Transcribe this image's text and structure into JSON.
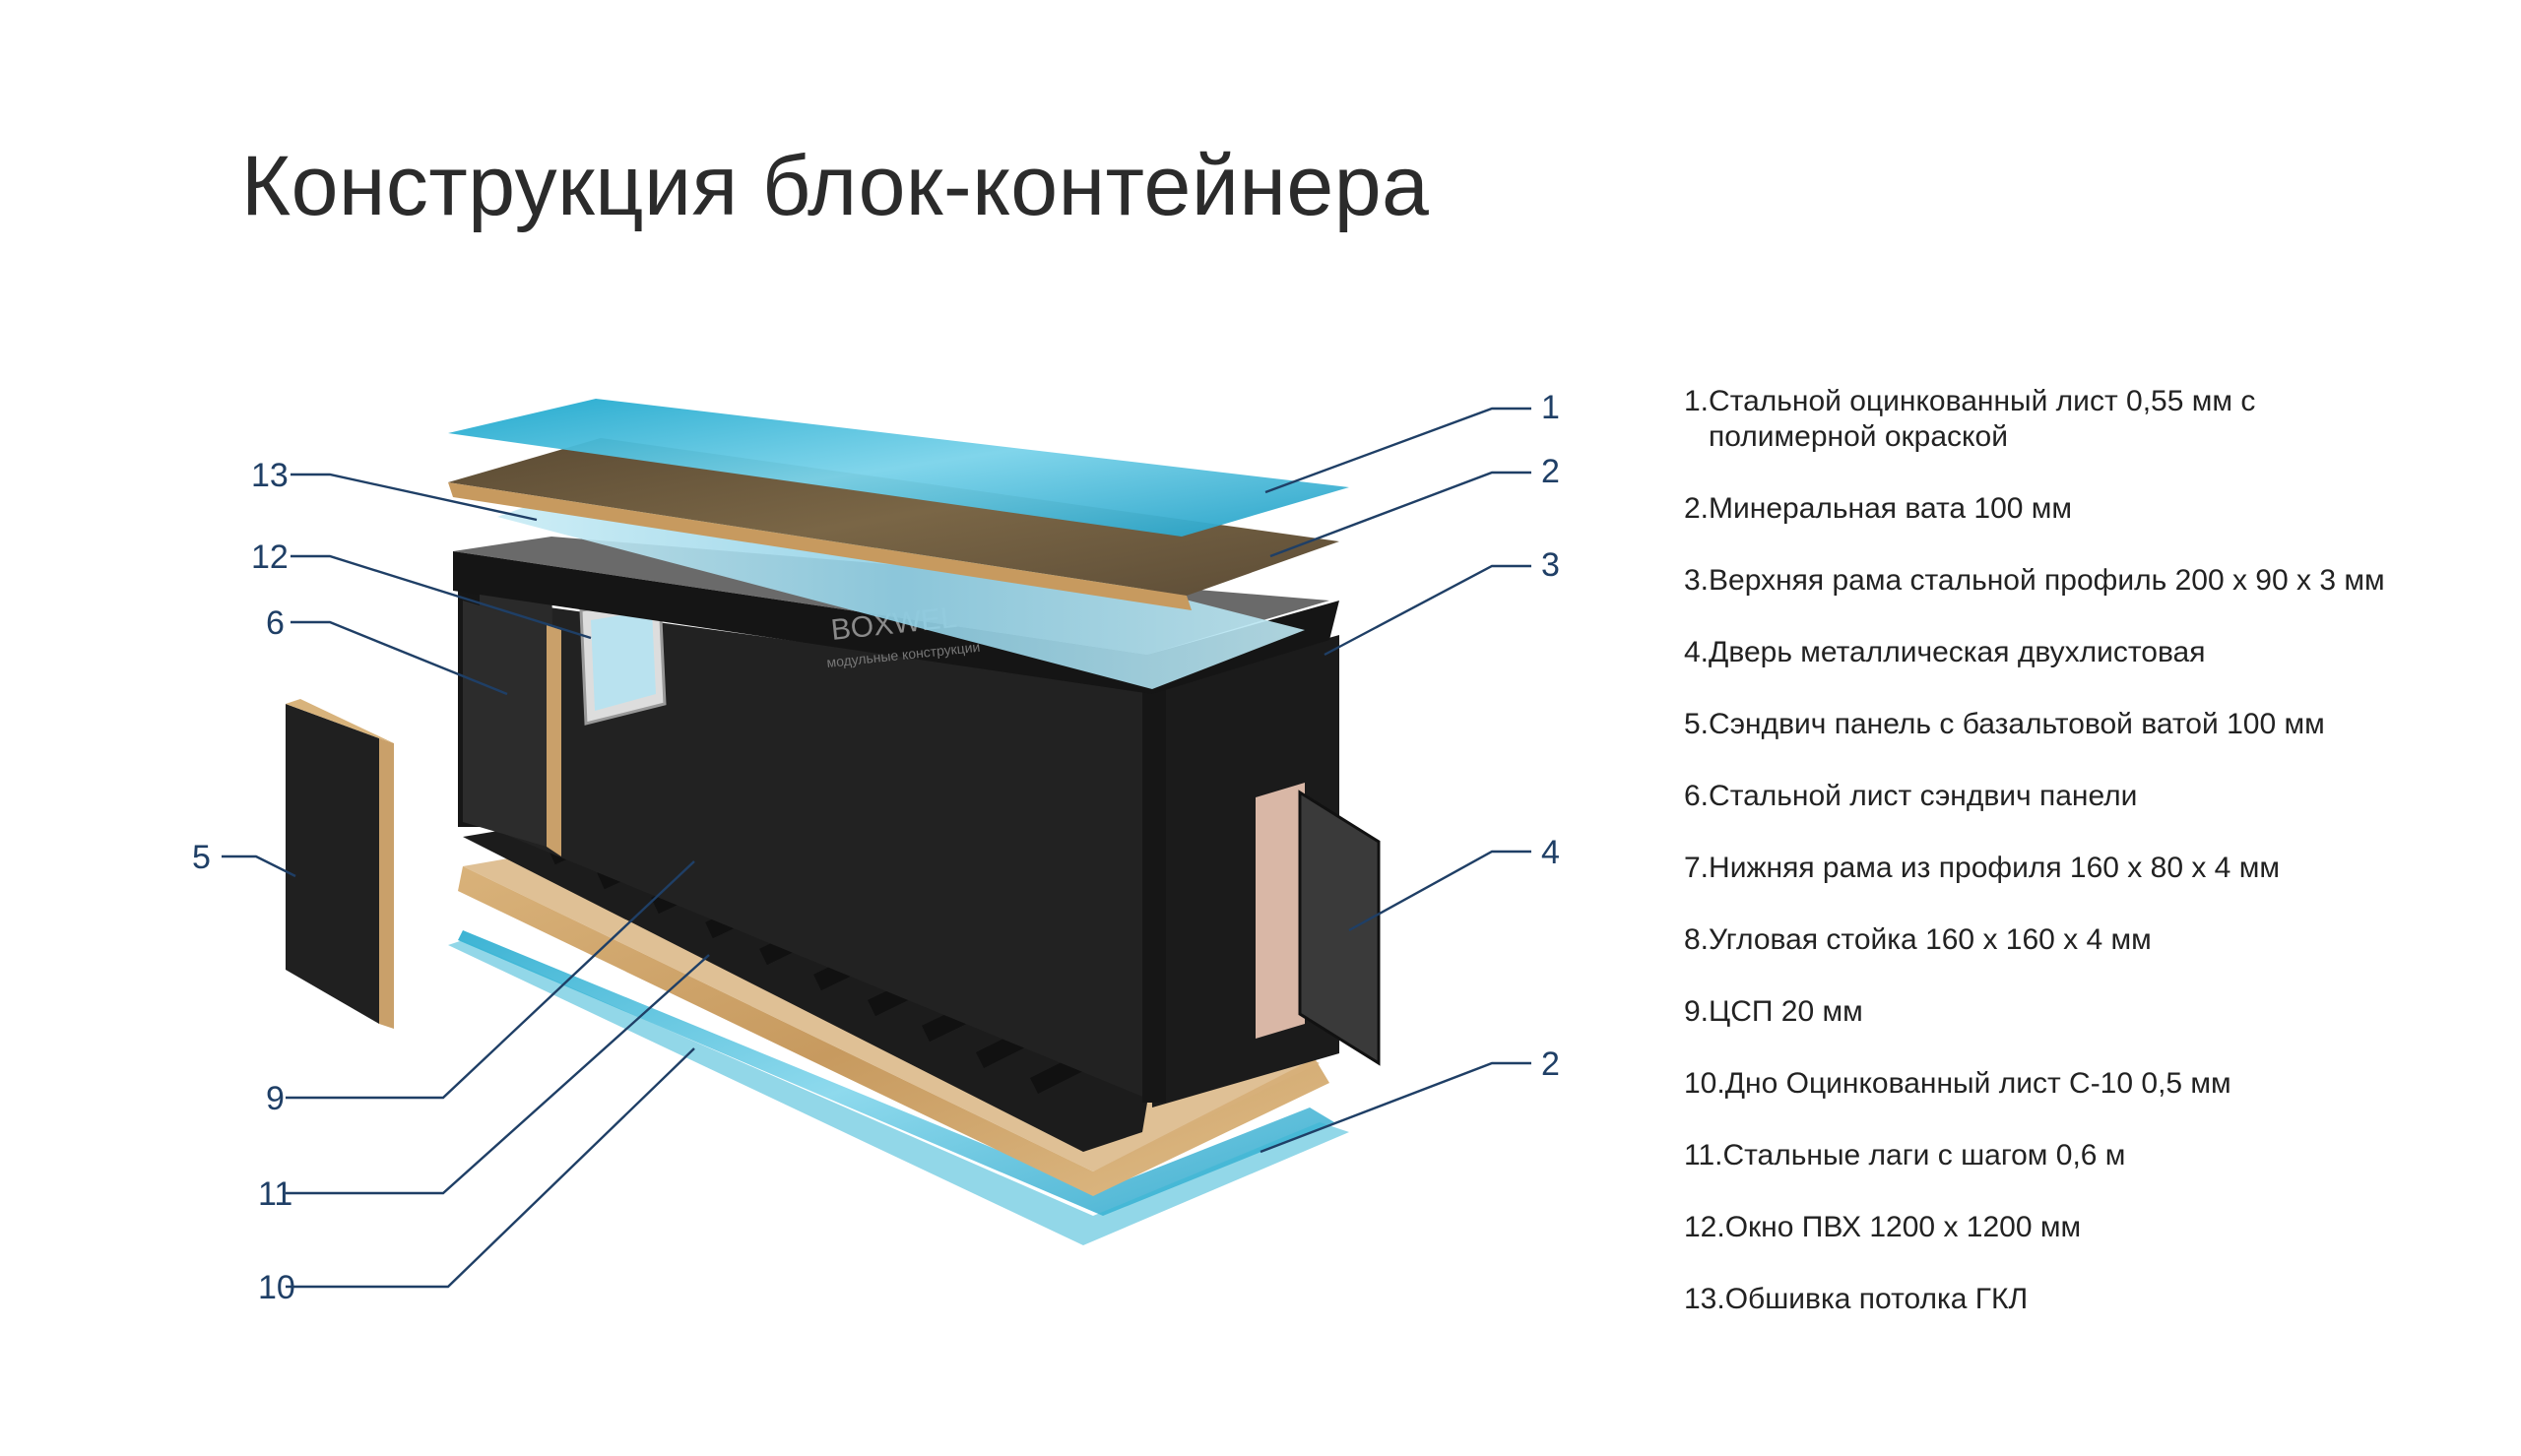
{
  "title": "Конструкция блок-контейнера",
  "brand": {
    "name": "BOXWEL",
    "tagline": "модульные конструкции"
  },
  "callouts": [
    "1",
    "2",
    "3",
    "4",
    "2",
    "5",
    "6",
    "12",
    "13",
    "9",
    "11",
    "10"
  ],
  "legend": [
    {
      "num": "1.",
      "text": "Стальной оцинкованный лист 0,55 мм с",
      "cont": "полимерной окраской"
    },
    {
      "num": "2.",
      "text": "Минеральная вата 100 мм"
    },
    {
      "num": "3.",
      "text": "Верхняя рама стальной профиль 200 х 90 х 3 мм"
    },
    {
      "num": "4.",
      "text": "Дверь металлическая двухлистовая"
    },
    {
      "num": "5.",
      "text": "Сэндвич панель с базальтовой ватой 100 мм"
    },
    {
      "num": "6.",
      "text": "Стальной лист сэндвич панели"
    },
    {
      "num": "7.",
      "text": "Нижняя рама из профиля 160 х 80 х 4 мм"
    },
    {
      "num": "8.",
      "text": "Угловая стойка 160 х 160 х 4 мм"
    },
    {
      "num": "9.",
      "text": "ЦСП 20 мм"
    },
    {
      "num": "10.",
      "text": "Дно Оцинкованный лист С-10 0,5 мм"
    },
    {
      "num": "11.",
      "text": "Стальные лаги с шагом 0,6 м"
    },
    {
      "num": "12.",
      "text": "Окно ПВХ 1200 х 1200 мм"
    },
    {
      "num": "13.",
      "text": "Обшивка потолка ГКЛ"
    }
  ],
  "colors": {
    "steel_sheet": "#2ab0d0",
    "mineral_wool": "#6b5a3e",
    "osb": "#c9a06a",
    "frame": "#1c1c1c",
    "ceiling": "#9fd6e8",
    "floor_sheet": "#d9b7a6",
    "label": "#1f3f66"
  }
}
